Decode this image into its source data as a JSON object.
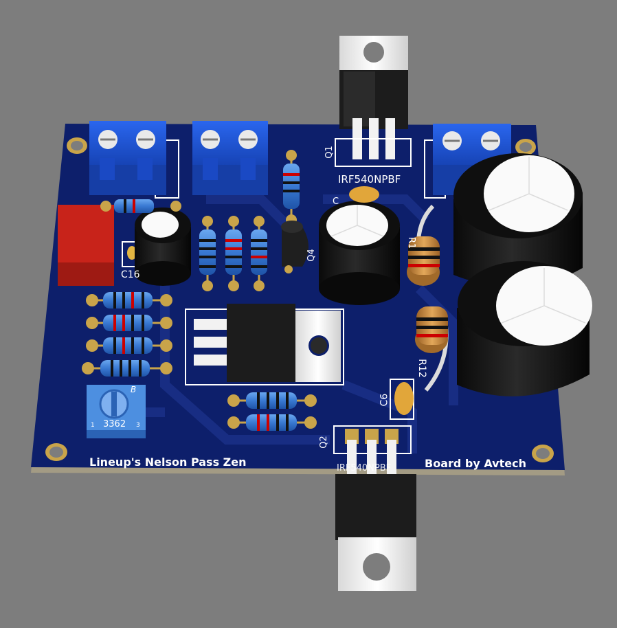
{
  "board": {
    "title_left": "Lineup's Nelson Pass Zen",
    "title_right": "Board by Avtech",
    "part_number_top": "IRF540NPBF",
    "part_number_bottom": "IRF540NPBF",
    "designators": {
      "q1": "Q1",
      "q2": "Q2",
      "q4": "Q4",
      "c16": "C16",
      "c6": "C6",
      "r12": "R12",
      "r_side": "R1",
      "c_top": "C"
    },
    "trimmer_code": "3362",
    "trimmer_mark": "B",
    "trimmer_pin1": "1",
    "trimmer_pin3": "3"
  },
  "colors": {
    "background": "#7d7d7d",
    "pcb": "#0d1f6b",
    "terminal": "#1f55d8",
    "silkscreen": "#ffffff",
    "pad": "#c9a44a",
    "film_cap": "#c8231a",
    "resistor_body": "#3d7fd6",
    "tan_resistor": "#c98a3a"
  }
}
